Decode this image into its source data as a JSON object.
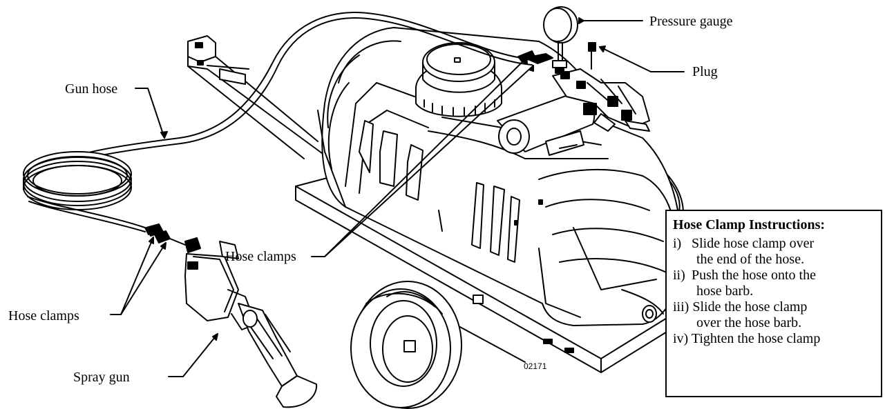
{
  "labels": {
    "pressure_gauge": "Pressure gauge",
    "plug": "Plug",
    "gun_hose": "Gun hose",
    "hose_clamps_center": "Hose clamps",
    "hose_clamps_left": "Hose clamps",
    "spray_gun": "Spray gun"
  },
  "figure_number": "02171",
  "instructions": {
    "title": "Hose Clamp Instructions:",
    "steps": [
      {
        "num": "i)",
        "lines": [
          "Slide hose clamp over",
          "the end of the hose."
        ]
      },
      {
        "num": "ii)",
        "lines": [
          "Push the hose onto the",
          "hose barb."
        ]
      },
      {
        "num": "iii)",
        "lines": [
          "Slide the hose clamp",
          "over the hose barb."
        ]
      },
      {
        "num": "iv)",
        "lines": [
          "Tighten the hose clamp"
        ]
      }
    ]
  }
}
